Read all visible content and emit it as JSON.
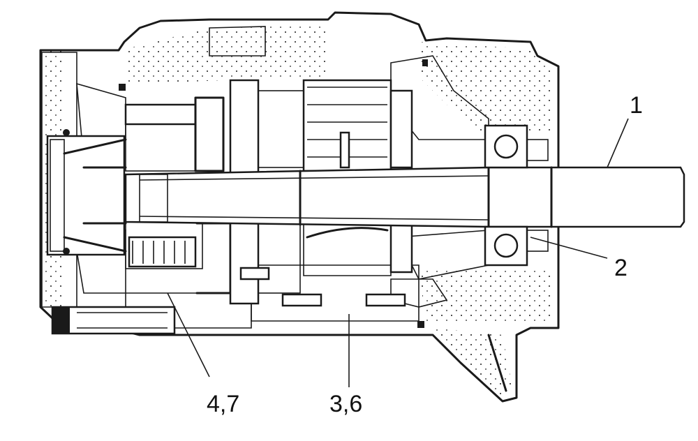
{
  "diagram": {
    "callouts": [
      {
        "id": "1",
        "text": "1"
      },
      {
        "id": "2",
        "text": "2"
      },
      {
        "id": "3_6",
        "text": "3,6"
      },
      {
        "id": "4_7",
        "text": "4,7"
      }
    ]
  },
  "colors": {
    "ink": "#1a1a1a",
    "paper": "#ffffff"
  }
}
